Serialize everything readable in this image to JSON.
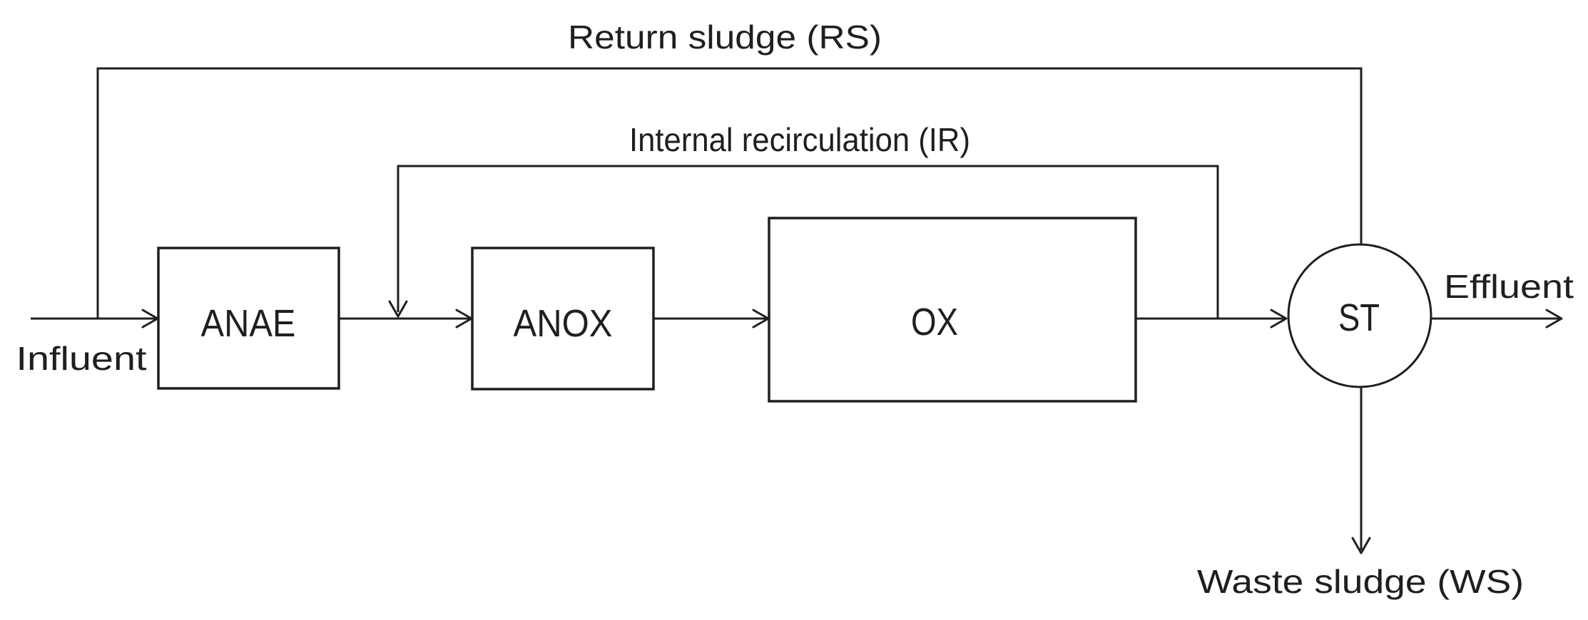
{
  "colors": {
    "ink": "#1f1f1f",
    "background": "#ffffff"
  },
  "diagram": {
    "type": "process-flow",
    "description": "Activated sludge treatment train with anaerobic, anoxic and oxic reactors followed by a settling tank",
    "streams": {
      "influent": {
        "label": "Influent"
      },
      "effluent": {
        "label": "Effluent"
      },
      "return_sludge": {
        "label": "Return sludge (RS)"
      },
      "internal_recirculation": {
        "label": "Internal recirculation (IR)"
      },
      "waste_sludge": {
        "label": "Waste sludge (WS)"
      }
    },
    "units": [
      {
        "id": "anae",
        "label": "ANAE",
        "shape": "rectangle"
      },
      {
        "id": "anox",
        "label": "ANOX",
        "shape": "rectangle"
      },
      {
        "id": "ox",
        "label": "OX",
        "shape": "rectangle"
      },
      {
        "id": "st",
        "label": "ST",
        "shape": "circle"
      }
    ],
    "connections": [
      {
        "from": "Influent",
        "to": "ANAE"
      },
      {
        "from": "ANAE",
        "to": "ANOX"
      },
      {
        "from": "ANOX",
        "to": "OX"
      },
      {
        "from": "OX",
        "to": "ST"
      },
      {
        "from": "ST",
        "to": "Effluent"
      },
      {
        "from": "ST",
        "to": "Waste sludge (WS)"
      },
      {
        "from": "ST",
        "to": "ANAE inlet",
        "via": "Return sludge (RS)"
      },
      {
        "from": "OX outlet",
        "to": "ANOX inlet",
        "via": "Internal recirculation (IR)"
      }
    ]
  }
}
